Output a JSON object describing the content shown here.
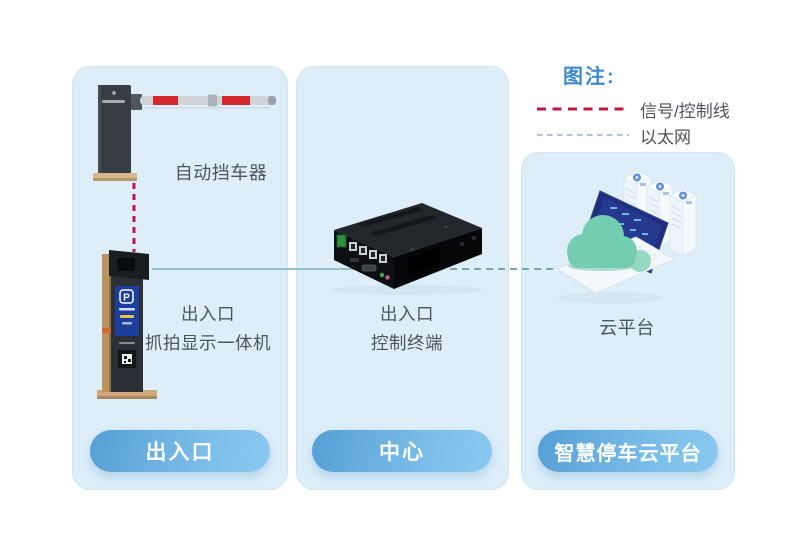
{
  "legend": {
    "title": "图注:",
    "items": [
      {
        "name": "signal-control-line",
        "label": "信号/控制线",
        "color": "#c01747",
        "style": "dashed"
      },
      {
        "name": "ethernet-line",
        "label": "以太网",
        "color": "#a4cad2",
        "style": "dashed"
      }
    ]
  },
  "zones": [
    {
      "pill": "出入口",
      "devices": [
        {
          "name": "barrier-gate",
          "label": "自动挡车器"
        },
        {
          "name": "capture-display-unit",
          "label": [
            "出入口",
            "抓拍显示一体机"
          ],
          "screen_badge": "P"
        }
      ]
    },
    {
      "pill": "中心",
      "devices": [
        {
          "name": "control-terminal",
          "label": [
            "出入口",
            "控制终端"
          ]
        }
      ]
    },
    {
      "pill": "智慧停车云平台",
      "devices": [
        {
          "name": "cloud-platform",
          "label": "云平台"
        }
      ]
    }
  ],
  "connections": [
    {
      "from": "barrier-gate",
      "to": "capture-display-unit",
      "type": "信号/控制线",
      "style": "dashed",
      "color": "#c01747"
    },
    {
      "from": "capture-display-unit",
      "to": "control-terminal",
      "type": "以太网",
      "style": "solid",
      "color": "#93c2c6"
    },
    {
      "from": "control-terminal",
      "to": "cloud-platform",
      "type": "以太网",
      "style": "dashed",
      "color": "#7aa6ad"
    }
  ],
  "colors": {
    "panel_bg": "#ddeef9",
    "pill_gradient_start": "#549fd6",
    "pill_gradient_end": "#8ac8f0",
    "label_text": "#4f545a",
    "legend_title": "#3b8bd0",
    "cloud_green": "#74ccb1",
    "laptop_screen": "#1f2f7c"
  }
}
